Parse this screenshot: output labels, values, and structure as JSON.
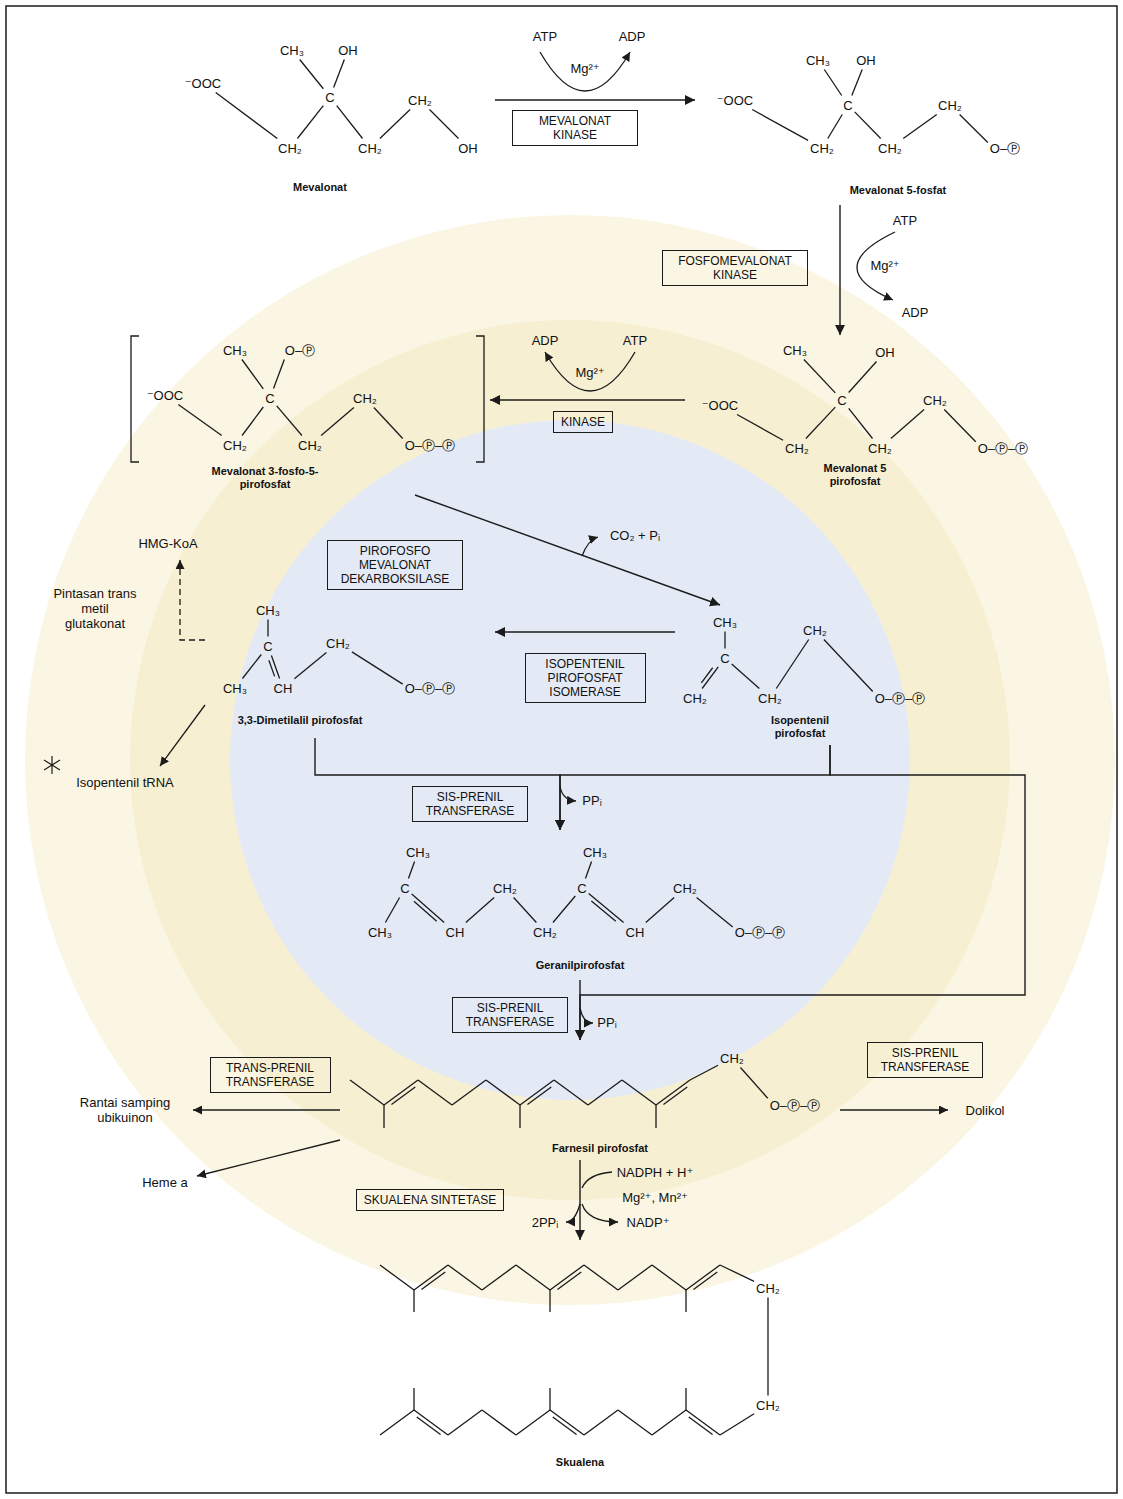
{
  "diagram": {
    "nodes": [
      {
        "text": [
          "⁻OOC",
          "CH₃",
          "OH",
          "C",
          "CH₂",
          "CH₂",
          "CH₂",
          "OH",
          "Mevalonat"
        ]
      },
      {
        "text": [
          "MEVALONAT KINASE"
        ]
      },
      {
        "text": [
          "⁻OOC",
          "CH₃",
          "OH",
          "C",
          "CH₂",
          "CH₂",
          "CH₂",
          "O–Ⓟ",
          "Mevalonat 5-fosfat"
        ]
      },
      {
        "text": [
          "FOSFOMEVALONAT KINASE"
        ]
      },
      {
        "text": [
          "⁻OOC",
          "CH₃",
          "O–Ⓟ",
          "C",
          "CH₂",
          "CH₂",
          "CH₂",
          "O–Ⓟ–Ⓟ",
          "Mevalonat 3-fosfo-5-pirofosfat"
        ]
      },
      {
        "text": [
          "KINASE"
        ]
      },
      {
        "text": [
          "⁻OOC",
          "CH₃",
          "OH",
          "C",
          "CH₂",
          "CH₂",
          "CH₂",
          "O–Ⓟ–Ⓟ",
          "Mevalonat 5 pirofosfat"
        ]
      },
      {
        "text": [
          "PIROFOSFO MEVALONAT DEKARBOKSILASE"
        ]
      },
      {
        "text": [
          "CH₃",
          "C",
          "CH₃",
          "CH",
          "CH₂",
          "O–Ⓟ–Ⓟ",
          "3,3-Dimetilalil pirofosfat"
        ]
      },
      {
        "text": [
          "ISOPENTENIL PIROFOSFAT ISOMERASE"
        ]
      },
      {
        "text": [
          "CH₃",
          "C",
          "CH₂",
          "CH₂",
          "CH₂",
          "O–Ⓟ–Ⓟ",
          "Isopentenil pirofosfat"
        ]
      },
      {
        "text": [
          "SIS-PRENIL TRANSFERASE"
        ]
      },
      {
        "text": [
          "CH₃",
          "C",
          "CH₃",
          "CH",
          "CH₂",
          "CH₂",
          "CH₃",
          "C",
          "CH",
          "CH₂",
          "O–Ⓟ–Ⓟ",
          "Geranilpirofosfat"
        ]
      },
      {
        "text": [
          "SIS-PRENIL TRANSFERASE"
        ]
      },
      {
        "text": [
          "TRANS-PRENIL TRANSFERASE"
        ]
      },
      {
        "text": [
          "SIS-PRENIL TRANSFERASE"
        ]
      },
      {
        "text": [
          "CH₂",
          "O–Ⓟ–Ⓟ",
          "Farnesil pirofosfat"
        ]
      },
      {
        "text": [
          "SKUALENA SINTETASE"
        ]
      },
      {
        "text": [
          "CH₂",
          "CH₂",
          "Skualena"
        ]
      }
    ],
    "edges": [
      {
        "from": 0,
        "to": 2,
        "arrow": "to"
      },
      {
        "from": 2,
        "to": 6,
        "arrow": "to"
      },
      {
        "from": 6,
        "to": 4,
        "arrow": "to"
      },
      {
        "from": 4,
        "to": 10,
        "arrow": "to"
      },
      {
        "from": 10,
        "to": 8,
        "arrow": "to"
      },
      {
        "from": 8,
        "to": 12,
        "arrow": "to"
      },
      {
        "from": 10,
        "to": 12,
        "arrow": "to"
      },
      {
        "from": 12,
        "to": 16,
        "arrow": "to"
      },
      {
        "from": 10,
        "to": 16,
        "arrow": "to"
      },
      {
        "from": 16,
        "to": 18,
        "arrow": "to"
      }
    ],
    "labels": [
      "ATP",
      "ADP",
      "Mg²⁺",
      "ATP",
      "Mg²⁺",
      "ADP",
      "ADP",
      "ATP",
      "Mg²⁺",
      "CO₂ + Pᵢ",
      "HMG-KoA",
      "Pintasan trans metil glutakonat",
      "Isopentenil tRNA",
      "PPᵢ",
      "PPᵢ",
      "Rantai samping ubikuinon",
      "Heme a",
      "Dolikol",
      "NADPH + H⁺",
      "Mg²⁺, Mn²⁺",
      "2PPᵢ",
      "NADP⁺"
    ]
  }
}
